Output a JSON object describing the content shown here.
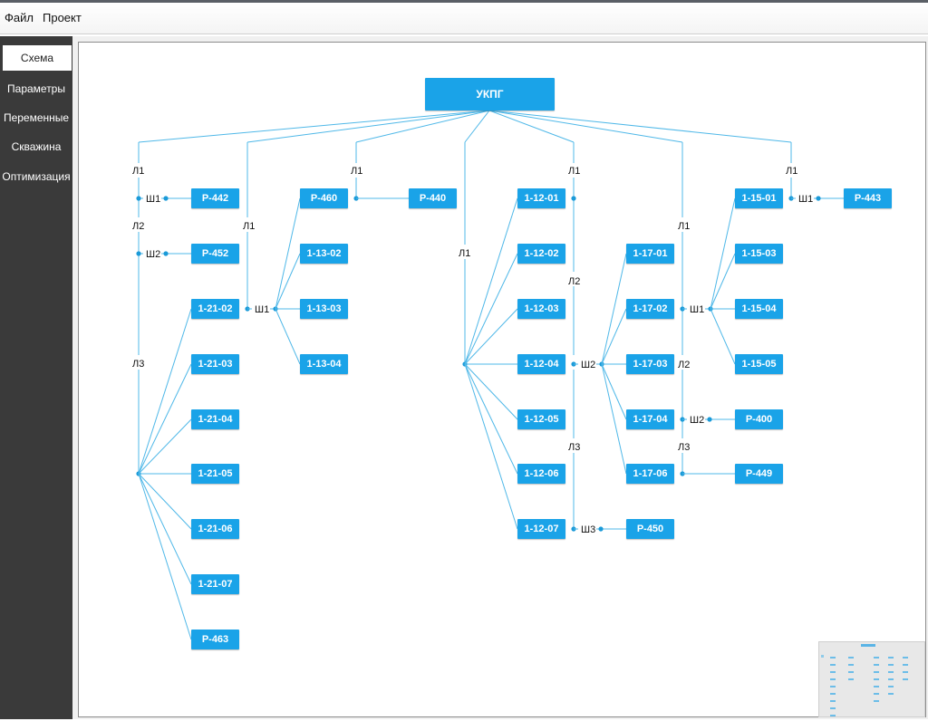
{
  "menu": {
    "file": "Файл",
    "project": "Проект"
  },
  "sidebar": {
    "items": [
      {
        "label": "Схема",
        "active": true
      },
      {
        "label": "Параметры"
      },
      {
        "label": "Переменные"
      },
      {
        "label": "Скважина"
      },
      {
        "label": "Оптимизация"
      }
    ]
  },
  "root": "УКПГ",
  "nodes": [
    {
      "id": "r442",
      "label": "Р-442"
    },
    {
      "id": "r452",
      "label": "Р-452"
    },
    {
      "id": "n1_21_02",
      "label": "1-21-02"
    },
    {
      "id": "n1_21_03",
      "label": "1-21-03"
    },
    {
      "id": "n1_21_04",
      "label": "1-21-04"
    },
    {
      "id": "n1_21_05",
      "label": "1-21-05"
    },
    {
      "id": "n1_21_06",
      "label": "1-21-06"
    },
    {
      "id": "n1_21_07",
      "label": "1-21-07"
    },
    {
      "id": "r463",
      "label": "Р-463"
    },
    {
      "id": "r460",
      "label": "Р-460"
    },
    {
      "id": "n1_13_02",
      "label": "1-13-02"
    },
    {
      "id": "n1_13_03",
      "label": "1-13-03"
    },
    {
      "id": "n1_13_04",
      "label": "1-13-04"
    },
    {
      "id": "r440",
      "label": "Р-440"
    },
    {
      "id": "n1_12_01",
      "label": "1-12-01"
    },
    {
      "id": "n1_12_02",
      "label": "1-12-02"
    },
    {
      "id": "n1_12_03",
      "label": "1-12-03"
    },
    {
      "id": "n1_12_04",
      "label": "1-12-04"
    },
    {
      "id": "n1_12_05",
      "label": "1-12-05"
    },
    {
      "id": "n1_12_06",
      "label": "1-12-06"
    },
    {
      "id": "n1_12_07",
      "label": "1-12-07"
    },
    {
      "id": "n1_17_01",
      "label": "1-17-01"
    },
    {
      "id": "n1_17_02",
      "label": "1-17-02"
    },
    {
      "id": "n1_17_03",
      "label": "1-17-03"
    },
    {
      "id": "n1_17_04",
      "label": "1-17-04"
    },
    {
      "id": "n1_17_06",
      "label": "1-17-06"
    },
    {
      "id": "r450",
      "label": "Р-450"
    },
    {
      "id": "n1_15_01",
      "label": "1-15-01"
    },
    {
      "id": "n1_15_03",
      "label": "1-15-03"
    },
    {
      "id": "n1_15_04",
      "label": "1-15-04"
    },
    {
      "id": "n1_15_05",
      "label": "1-15-05"
    },
    {
      "id": "r443",
      "label": "Р-443"
    },
    {
      "id": "r400",
      "label": "Р-400"
    },
    {
      "id": "r449",
      "label": "Р-449"
    }
  ],
  "labels": [
    {
      "id": "a_l1",
      "text": "Л1"
    },
    {
      "id": "a_sh1",
      "text": "Ш1"
    },
    {
      "id": "a_l2",
      "text": "Л2"
    },
    {
      "id": "a_sh2",
      "text": "Ш2"
    },
    {
      "id": "a_l3",
      "text": "Л3"
    },
    {
      "id": "b_l1",
      "text": "Л1"
    },
    {
      "id": "b_sh1",
      "text": "Ш1"
    },
    {
      "id": "c_l1",
      "text": "Л1"
    },
    {
      "id": "d_l1",
      "text": "Л1"
    },
    {
      "id": "e_l1",
      "text": "Л1"
    },
    {
      "id": "e_l2",
      "text": "Л2"
    },
    {
      "id": "e_sh2",
      "text": "Ш2"
    },
    {
      "id": "e_l3",
      "text": "Л3"
    },
    {
      "id": "e_sh3",
      "text": "Ш3"
    },
    {
      "id": "f_l1",
      "text": "Л1"
    },
    {
      "id": "f_sh1",
      "text": "Ш1"
    },
    {
      "id": "f_l2",
      "text": "Л2"
    },
    {
      "id": "f_sh2",
      "text": "Ш2"
    },
    {
      "id": "f_l3",
      "text": "Л3"
    },
    {
      "id": "g_l1",
      "text": "Л1"
    },
    {
      "id": "g_sh1",
      "text": "Ш1"
    }
  ],
  "colors": {
    "node": "#1aa3e8",
    "line": "#4fb8e8",
    "sidebar": "#3a3a3a"
  }
}
